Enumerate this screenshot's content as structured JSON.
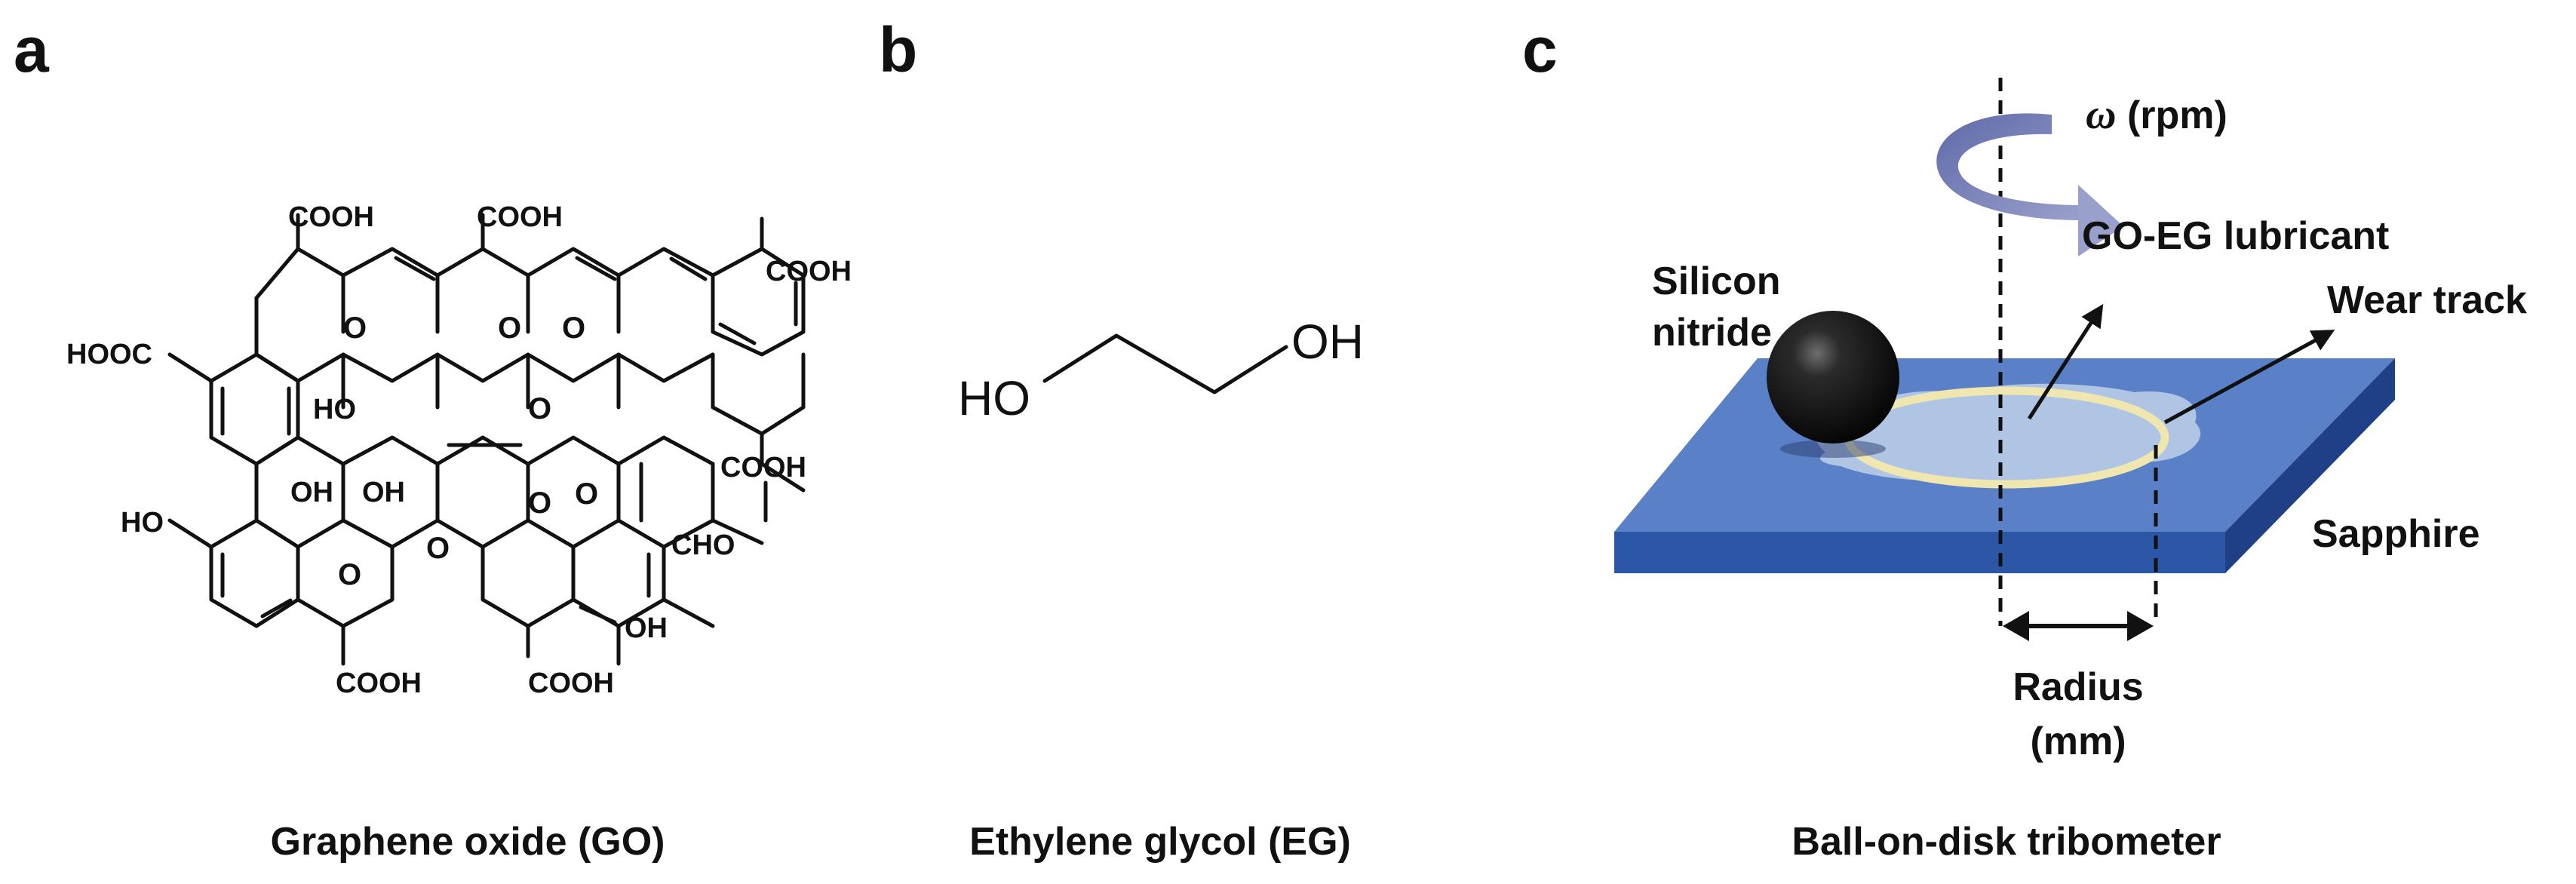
{
  "panels": {
    "a": {
      "letter": "a",
      "caption": "Graphene oxide (GO)",
      "groups": {
        "cooh_top_left": "COOH",
        "cooh_top_mid": "COOH",
        "cooh_top_right": "COOH",
        "hooc_left": "HOOC",
        "cooh_right": "COOH",
        "cooh_bottom_left": "COOH",
        "cooh_bottom_right": "COOH",
        "ho_left": "HO",
        "ho_center": "HO",
        "oh_center_1": "OH",
        "oh_center_2": "OH",
        "oh_right": "OH",
        "cho": "CHO",
        "epoxide_o": "O"
      }
    },
    "b": {
      "letter": "b",
      "caption": "Ethylene glycol (EG)",
      "ho_label": "HO",
      "oh_label": "OH"
    },
    "c": {
      "letter": "c",
      "caption": "Ball-on-disk tribometer",
      "omega_symbol": "ω",
      "rpm_label": "(rpm)",
      "lubricant_label": "GO-EG lubricant",
      "ball_label_line1": "Silicon",
      "ball_label_line2": "nitride",
      "wear_track_label": "Wear track",
      "disk_label": "Sapphire",
      "radius_label_line1": "Radius",
      "radius_label_line2": "(mm)",
      "colors": {
        "disk_top": "#5a80c8",
        "disk_front": "#2c56a6",
        "disk_side": "#1f3f86",
        "rotation_arrow": "#7a80b8",
        "wear_track": "#efe6b0",
        "lubricant": "#b9cbe6",
        "ball": "#151515"
      }
    }
  }
}
